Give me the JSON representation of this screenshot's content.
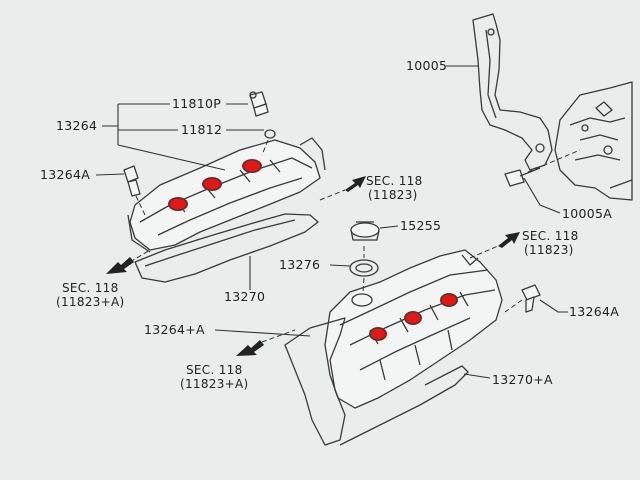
{
  "callouts": {
    "p10005": "10005",
    "p10005A": "10005A",
    "p11810P": "11810P",
    "p11812": "11812",
    "p13264": "13264",
    "p13264A_left": "13264A",
    "p13264A_right": "13264A",
    "p13264pA": "13264+A",
    "p13276": "13276",
    "p15255": "15255",
    "p13270": "13270",
    "p13270pA": "13270+A"
  },
  "sections": {
    "sec118_upper": {
      "label": "SEC. 118",
      "ref": "(11823)"
    },
    "sec118_right": {
      "label": "SEC. 118",
      "ref": "(11823)"
    },
    "sec118_left": {
      "label": "SEC. 118",
      "ref": "(11823+A)"
    },
    "sec118_lower": {
      "label": "SEC. 118",
      "ref": "(11823+A)"
    }
  },
  "colors": {
    "paper": "#e9edec",
    "ink": "#333333",
    "marker": "#e01818"
  }
}
